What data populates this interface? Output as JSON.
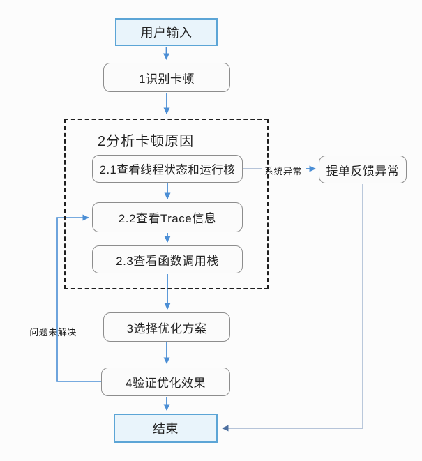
{
  "diagram": {
    "nodes": {
      "start": {
        "label": "用户输入",
        "type": "terminal"
      },
      "step1": {
        "label": "1识别卡顿",
        "type": "process"
      },
      "group2": {
        "label": "2分析卡顿原因",
        "type": "group"
      },
      "step2_1": {
        "label": "2.1查看线程状态和运行核",
        "type": "process"
      },
      "step2_2": {
        "label": "2.2查看Trace信息",
        "type": "process"
      },
      "step2_3": {
        "label": "2.3查看函数调用栈",
        "type": "process"
      },
      "ticket": {
        "label": "提单反馈异常",
        "type": "process"
      },
      "step3": {
        "label": "3选择优化方案",
        "type": "process"
      },
      "step4": {
        "label": "4验证优化效果",
        "type": "process"
      },
      "end": {
        "label": "结束",
        "type": "terminal"
      }
    },
    "edge_labels": {
      "system_exception": "系统异常",
      "problem_unsolved": "问题未解决"
    },
    "colors": {
      "background": "#fcfcfc",
      "text": "#222222",
      "terminal_fill": "#e9f4fb",
      "terminal_border": "#5ca5d6",
      "process_fill": "#fbfbfb",
      "process_border": "#8d8d8d",
      "group_border": "#1f1f1f",
      "arrow": "#4b8ed5",
      "connector": "#9fb2cd",
      "arrow_dark": "#4c6f9f"
    }
  }
}
